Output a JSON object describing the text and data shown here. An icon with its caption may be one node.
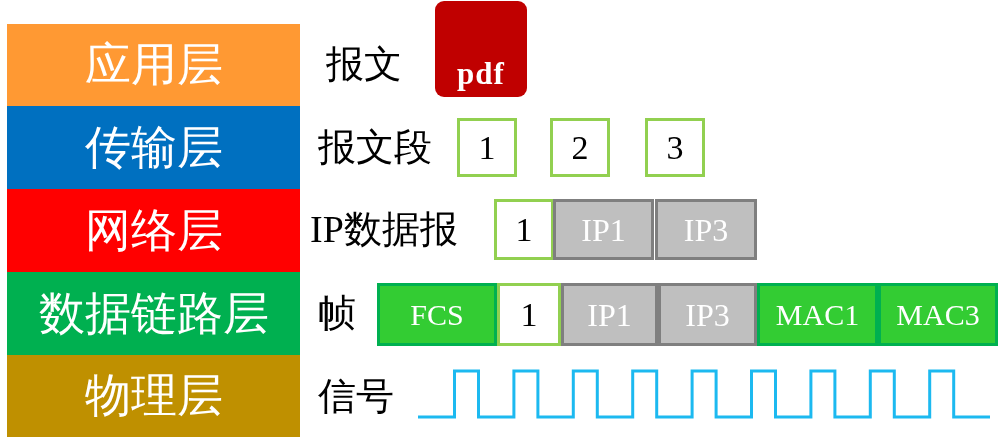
{
  "diagram": {
    "nodes": [
      {
        "text": [
          "应用层"
        ]
      },
      {
        "text": [
          "pdf"
        ]
      },
      {
        "text": [
          "传输层"
        ]
      },
      {
        "text": [
          "1"
        ]
      },
      {
        "text": [
          "2"
        ]
      },
      {
        "text": [
          "3"
        ]
      },
      {
        "text": [
          "网络层"
        ]
      },
      {
        "text": [
          "1"
        ]
      },
      {
        "text": [
          "IP1"
        ]
      },
      {
        "text": [
          "IP3"
        ]
      },
      {
        "text": [
          "数据链路层"
        ]
      },
      {
        "text": [
          "FCS"
        ]
      },
      {
        "text": [
          "1"
        ]
      },
      {
        "text": [
          "IP1"
        ]
      },
      {
        "text": [
          "IP3"
        ]
      },
      {
        "text": [
          "MAC1"
        ]
      },
      {
        "text": [
          "MAC3"
        ]
      },
      {
        "text": [
          "物理层"
        ]
      }
    ],
    "labels": [
      "报文",
      "报文段",
      "IP数据报",
      "帧",
      "信号"
    ]
  }
}
